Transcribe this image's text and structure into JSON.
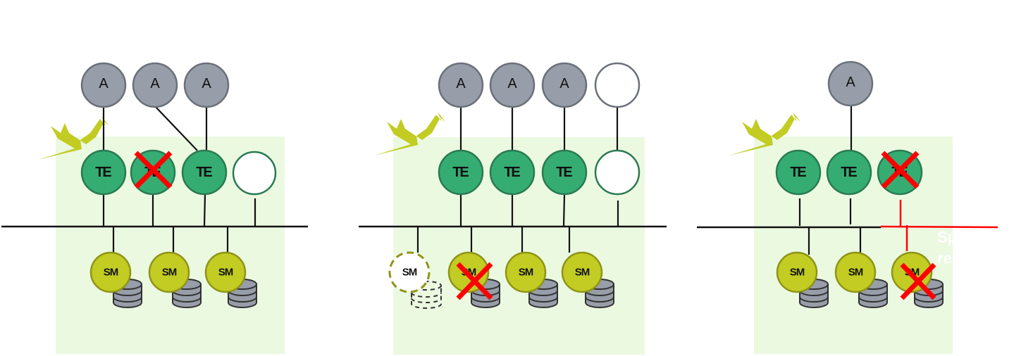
{
  "colors": {
    "panel_bg": "#ebf9e1",
    "app_fill": "#979ea9",
    "app_stroke": "#6b7079",
    "te_fill": "#35ad72",
    "te_stroke": "#2a7a52",
    "sm_fill": "#c2cc22",
    "sm_stroke": "#8f9418",
    "disk_fill": "#979ea9",
    "disk_stroke": "#333333",
    "bird": "#c2cc22",
    "failure": "#ff0000",
    "line": "#111111"
  },
  "labels": {
    "app": "A",
    "te": "TE",
    "sm": "SM"
  },
  "panels": [
    {
      "name": "panel-te-failure",
      "apps": [
        {
          "label": "A",
          "state": "active"
        },
        {
          "label": "A",
          "state": "active"
        },
        {
          "label": "A",
          "state": "active"
        }
      ],
      "tes": [
        {
          "label": "TE",
          "state": "active"
        },
        {
          "label": "TE",
          "state": "failed"
        },
        {
          "label": "TE",
          "state": "active"
        },
        {
          "label": "",
          "state": "new"
        }
      ],
      "sms": [
        {
          "label": "SM",
          "state": "active"
        },
        {
          "label": "SM",
          "state": "active"
        },
        {
          "label": "SM",
          "state": "active"
        }
      ],
      "note": ""
    },
    {
      "name": "panel-sm-failure",
      "apps": [
        {
          "label": "A",
          "state": "active"
        },
        {
          "label": "A",
          "state": "active"
        },
        {
          "label": "A",
          "state": "active"
        },
        {
          "label": "",
          "state": "new"
        }
      ],
      "tes": [
        {
          "label": "TE",
          "state": "active"
        },
        {
          "label": "TE",
          "state": "active"
        },
        {
          "label": "TE",
          "state": "active"
        },
        {
          "label": "",
          "state": "new"
        }
      ],
      "sms": [
        {
          "label": "SM",
          "state": "provisioning"
        },
        {
          "label": "SM",
          "state": "failed"
        },
        {
          "label": "SM",
          "state": "active"
        },
        {
          "label": "SM",
          "state": "active"
        }
      ],
      "note": ""
    },
    {
      "name": "panel-network-partition",
      "apps": [
        {
          "label": "A",
          "state": "active"
        }
      ],
      "tes": [
        {
          "label": "TE",
          "state": "active"
        },
        {
          "label": "TE",
          "state": "active"
        },
        {
          "label": "TE",
          "state": "failed"
        }
      ],
      "sms": [
        {
          "label": "SM",
          "state": "active"
        },
        {
          "label": "SM",
          "state": "active"
        },
        {
          "label": "SM",
          "state": "failed"
        }
      ],
      "note": [
        "Sp",
        "re"
      ]
    }
  ]
}
